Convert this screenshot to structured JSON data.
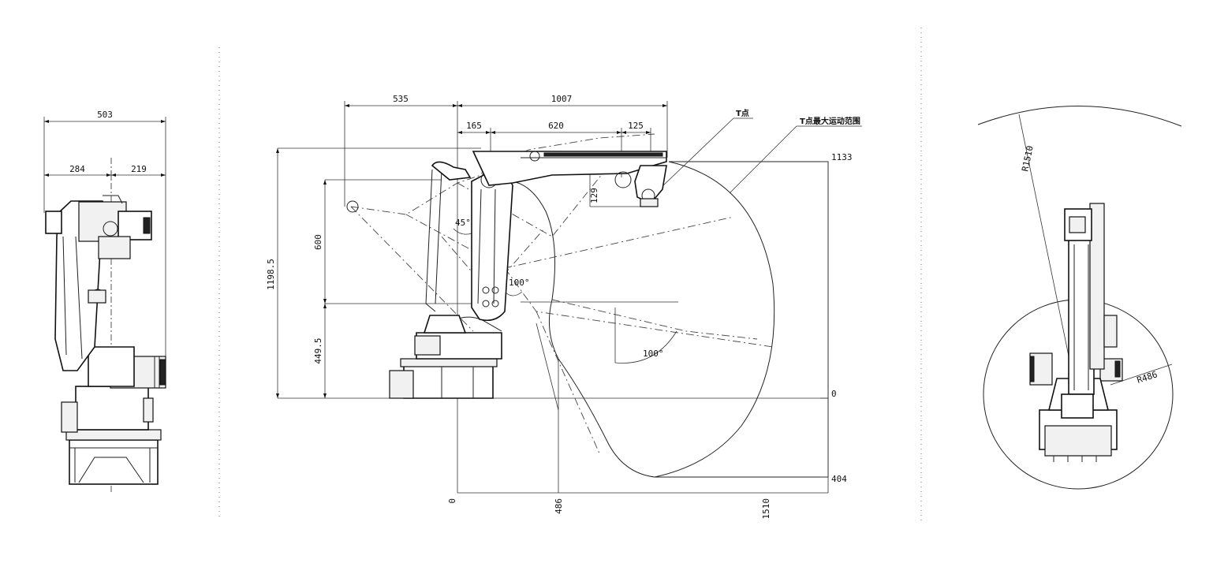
{
  "separators": [
    "separator-left",
    "separator-right"
  ],
  "left_view": {
    "dims": {
      "overall_width": "503",
      "left_part": "284",
      "right_part": "219"
    }
  },
  "side_view": {
    "dims": {
      "top_535": "535",
      "top_1007": "1007",
      "sub_165": "165",
      "sub_620": "620",
      "sub_125": "125",
      "sub_129": "129",
      "height_1198": "1198.5",
      "height_600": "600",
      "height_449": "449.5",
      "angle_45": "45°",
      "angle_100_a": "100°",
      "angle_100_b": "100°",
      "right_1133": "1133",
      "right_0": "0",
      "right_404": "404",
      "bottom_0": "0",
      "bottom_486": "486",
      "bottom_1510": "1510"
    },
    "labels": {
      "t_point": "T点",
      "t_range": "T点最大运动范围"
    }
  },
  "top_view": {
    "dims": {
      "outer_radius": "R1510",
      "inner_radius": "R486"
    }
  }
}
